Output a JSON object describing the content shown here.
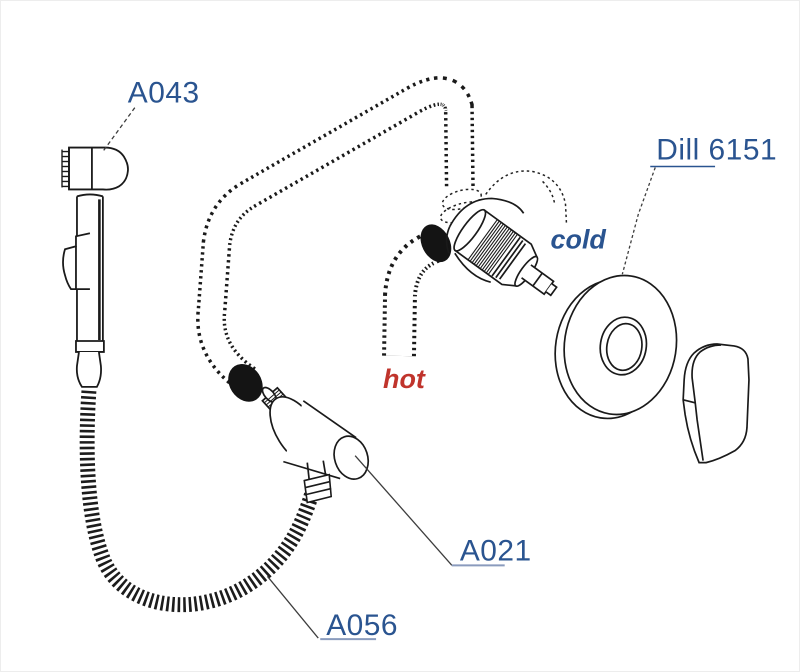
{
  "diagram": {
    "type": "exploded-parts-diagram",
    "subject": "wall-mounted hygienic shower mixer set",
    "labels": {
      "hand_shower": "A043",
      "trim_kit": "Dill 6151",
      "cold": "cold",
      "hot": "hot",
      "outlet_elbow": "A021",
      "hose": "A056"
    },
    "colors": {
      "label_blue": "#2a5490",
      "hot_red": "#c0342c",
      "line_black": "#1a1a1a",
      "leader_gray": "#3d3d3d",
      "underline_blue": "#8a9bbd",
      "background": "#ffffff"
    }
  }
}
